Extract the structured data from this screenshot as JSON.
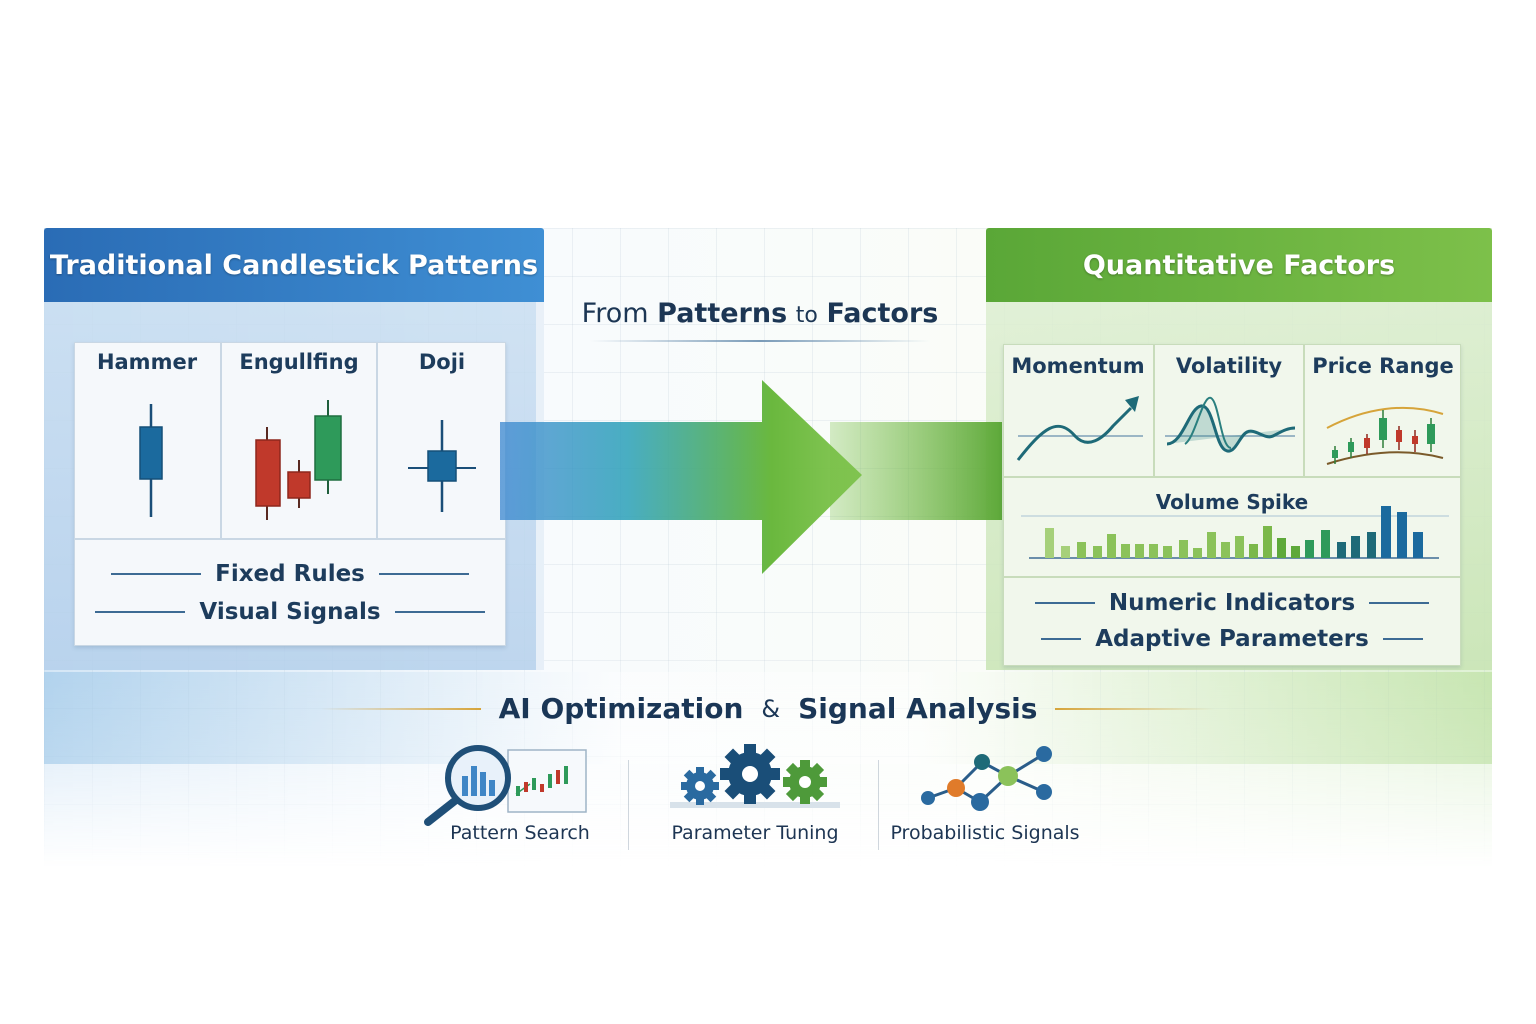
{
  "left_panel": {
    "title": "Traditional Candlestick Patterns",
    "patterns": [
      {
        "label": "Hammer"
      },
      {
        "label": "Engullfing"
      },
      {
        "label": "Doji"
      }
    ],
    "rules": [
      "Fixed Rules",
      "Visual Signals"
    ]
  },
  "center": {
    "title_prefix": "From",
    "title_bold1": "Patterns",
    "title_mid": "to",
    "title_bold2": "Factors"
  },
  "right_panel": {
    "title": "Quantitative Factors",
    "factors": [
      {
        "label": "Momentum"
      },
      {
        "label": "Volatility"
      },
      {
        "label": "Price Range"
      }
    ],
    "volume_label": "Volume Spike",
    "rules": [
      "Numeric Indicators",
      "Adaptive Parameters"
    ]
  },
  "ai_section": {
    "title_part1": "AI Optimization",
    "title_amp": "&",
    "title_part2": "Signal Analysis",
    "tools": [
      {
        "label": "Pattern Search",
        "icon": "magnifier-chart-icon"
      },
      {
        "label": "Parameter Tuning",
        "icon": "gears-icon"
      },
      {
        "label": "Probabilistic Signals",
        "icon": "network-nodes-icon"
      }
    ]
  },
  "colors": {
    "blue_header": "#2a6cb5",
    "green_header": "#5aa737",
    "candle_blue": "#1b6a9e",
    "candle_red": "#c0392b",
    "candle_green": "#2e9a5a",
    "gold_accent": "#d6a43a"
  }
}
